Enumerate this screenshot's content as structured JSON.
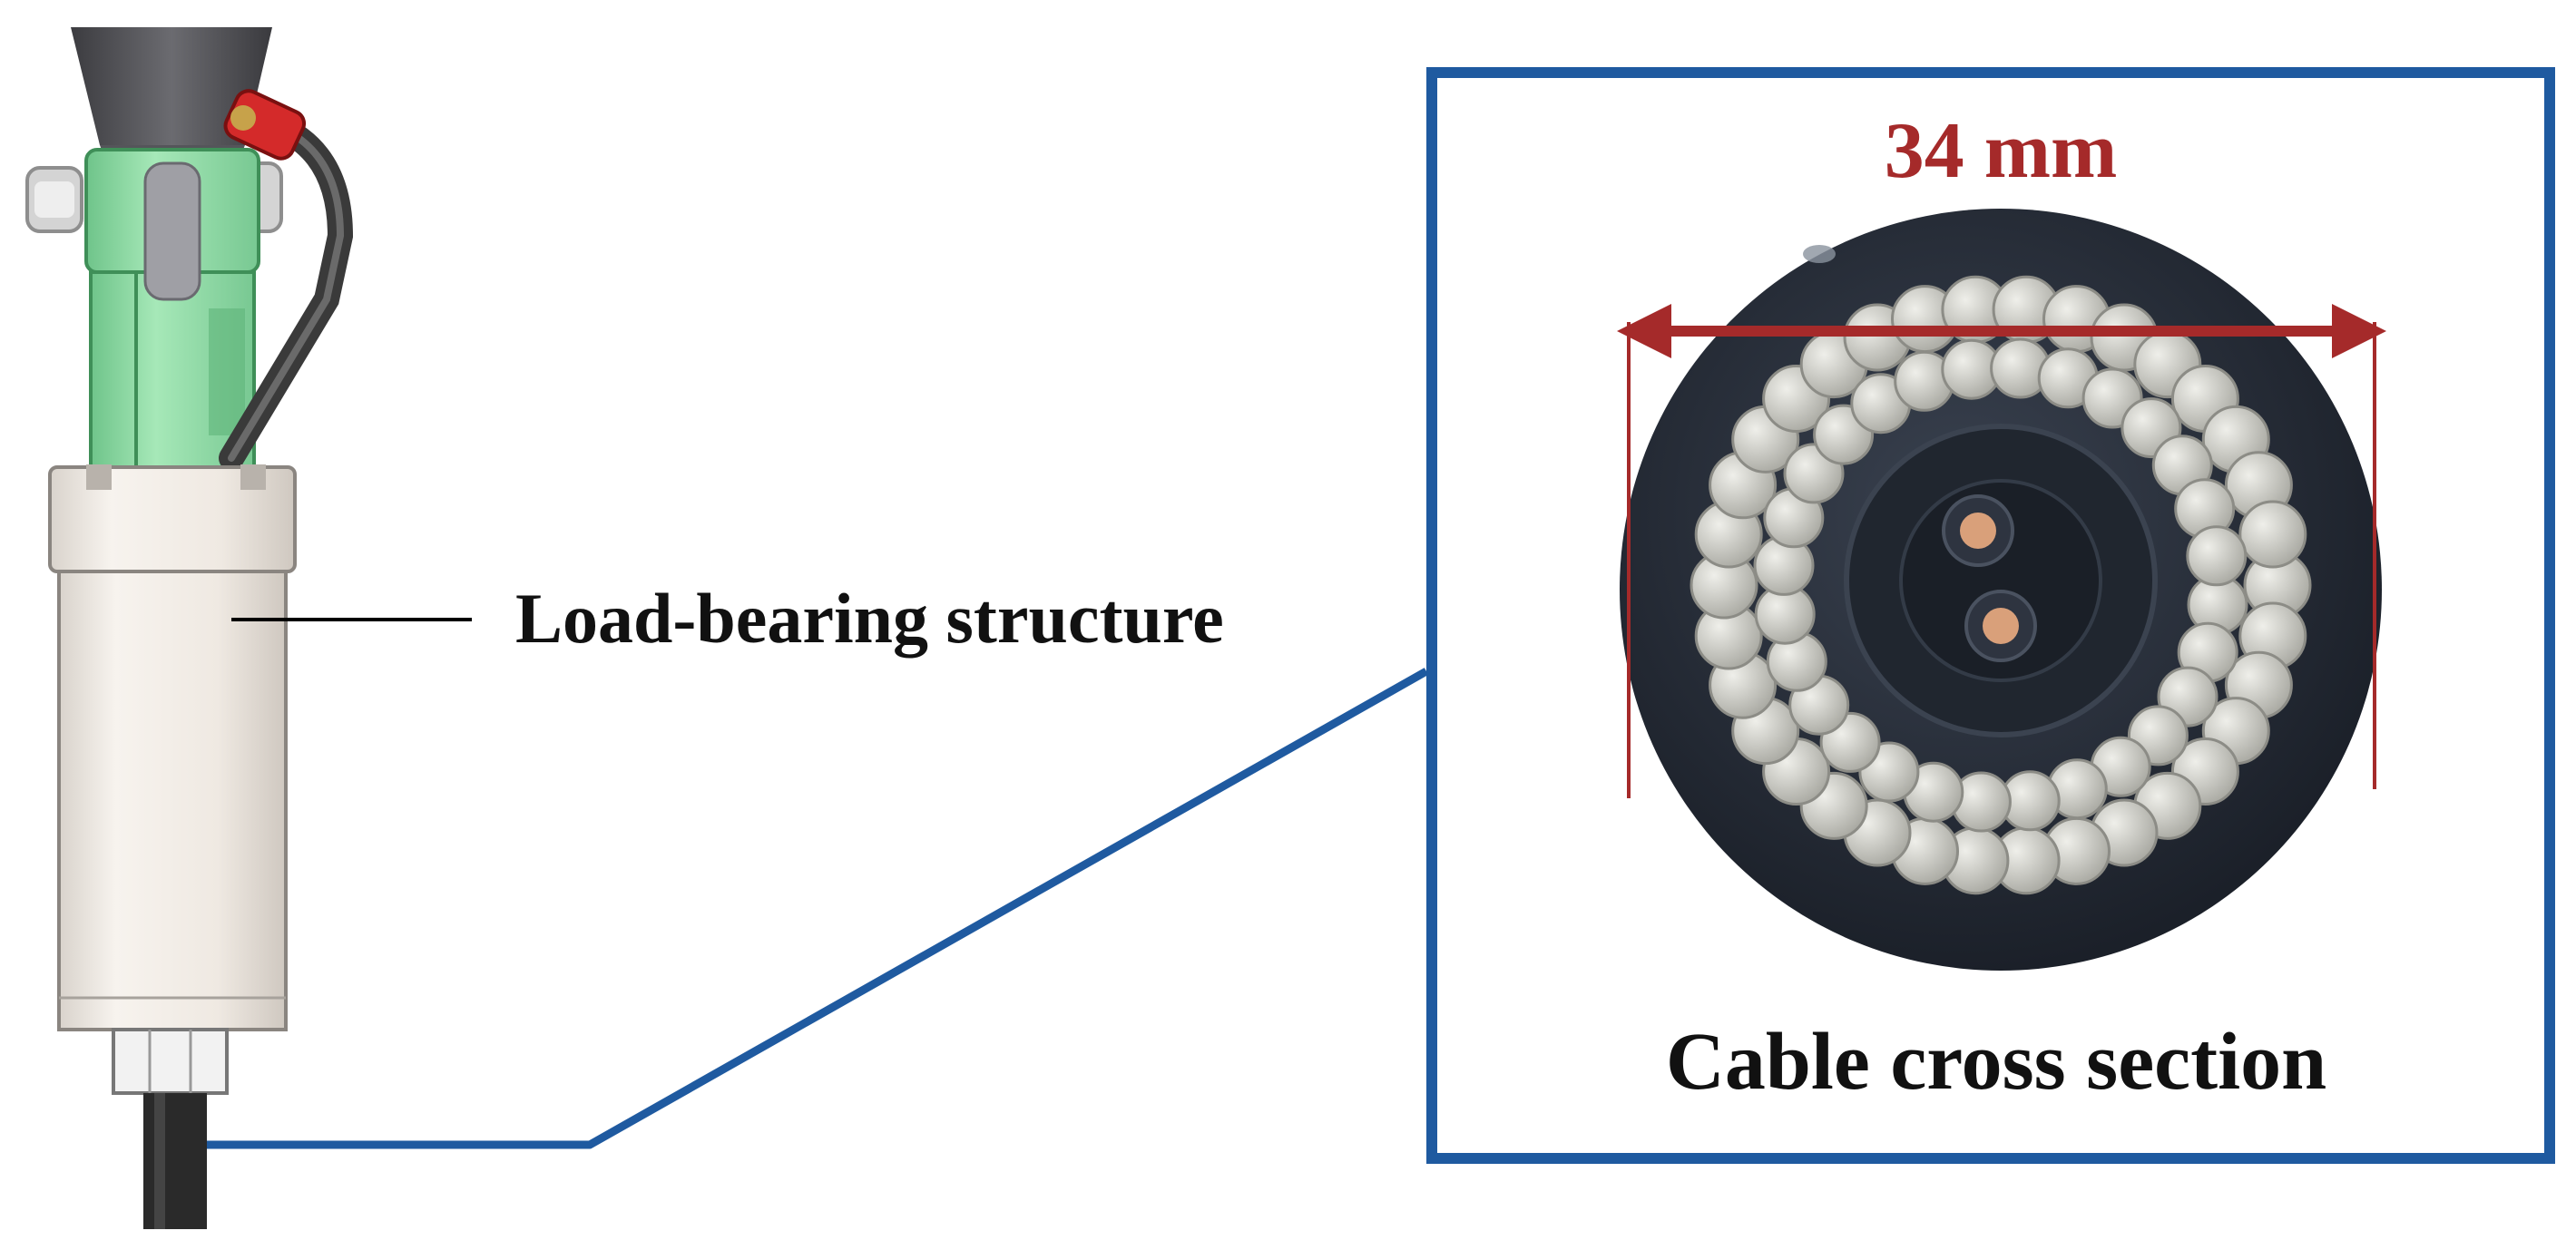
{
  "labels": {
    "structure": "Load-bearing structure",
    "dimension": "34 mm",
    "section": "Cable cross section"
  },
  "colors": {
    "frame_blue": "#1f5aa0",
    "dimension_red": "#a52a2a",
    "bracket_green": "#8fdca5",
    "sleeve_white": "#f1ece6",
    "cable_black": "#2a2a2a",
    "jacket_dark": "#262d38",
    "strand_grey": "#c8c8c2",
    "conductor_copper": "#d9a07a"
  }
}
